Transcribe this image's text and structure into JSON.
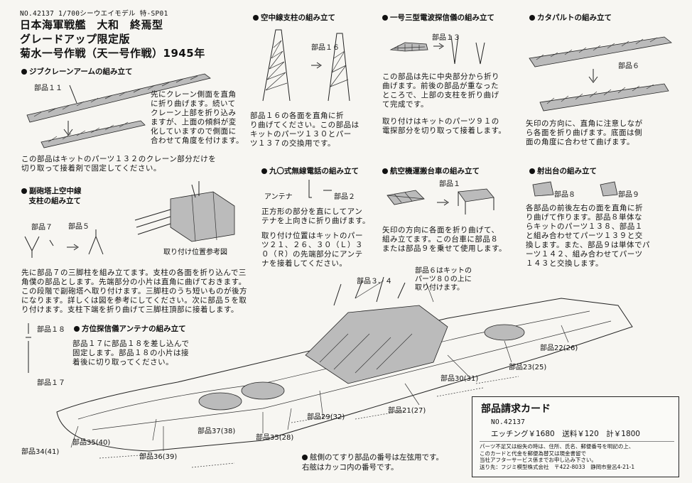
{
  "title": {
    "code_line": "NO.42137  1/700シーウエイモデル 特-SP01",
    "line1": "日本海軍戦艦　大和　終焉型",
    "line2": "グレードアップ限定版",
    "line3": "菊水一号作戦（天一号作戦）1945年"
  },
  "sections": {
    "jib_crane": {
      "header": "ジブクレーンアームの組み立て",
      "part_label": "部品１１",
      "desc": "先にクレーン側面を直角\nに折り曲げます。続いて\nクレーン上部を折り込み\nますが、上面の傾斜が変\n化していますので側面に\n合わせて角度を付けます。",
      "note": "この部品はキットのパーツ１３２のクレーン部分だけを\n切り取って接着剤で固定してください。"
    },
    "aerial_mast": {
      "header": "空中線支柱の組み立て",
      "part_label": "部品１６",
      "desc": "部品１６の各面を直角に折\nり曲げてください。この部品は\nキットのパーツ１３０とパー\nツ１３７の交換用です。"
    },
    "radar13": {
      "header": "一号三型電波探信儀の組み立て",
      "part_label": "部品１３",
      "desc": "この部品は先に中央部分から折り\n曲げます。前後の部品が重なった\nところで、上部の支柱を折り曲げ\nて完成です。",
      "desc2": "取り付けはキットのパーツ９１の\n電探部分を切り取って接着します。"
    },
    "catapult": {
      "header": "カタパルトの組み立て",
      "part_label": "部品６",
      "desc": "矢印の方向に、直角に注意しなが\nら各面を折り曲げます。底面は側\n面の角度に合わせて曲げます。"
    },
    "secondary_mast": {
      "header": "副砲塔上空中線\n　支柱の組み立て",
      "part7": "部品７",
      "part5": "部品５",
      "ref_label": "取り付け位置参考図",
      "desc": "先に部品７の三脚柱を組み立てます。支柱の各面を折り込んで三\n角僕の部品とします。先端部分の小片は直角に曲げておきます。\nこの段階で副砲塔へ取り付けます。三脚柱のうち短いものが後方\nになります。詳しくは図を参考にしてください。次に部品５を取\nり付けます。支柱下端を折り曲げて三脚柱頂部に接着します。"
    },
    "radio_antenna": {
      "header": "九〇式無線電話の組み立て",
      "antenna_label": "アンテナ",
      "part2": "部品２",
      "desc": "正方形の部分を直にしてアン\nテナを上向きに折り曲げます。",
      "desc2": "取り付け位置はキットのパー\nツ２１、２６、３０（Ｌ）３\n０（Ｒ）の先端部分にアンテ\nナを接着してください。"
    },
    "aircraft_cart": {
      "header": "航空機運搬台車の組み立て",
      "part1": "部品１",
      "desc": "矢印の方向に各面を折り曲げて、\n組み立てます。この台車に部品８\nまたは部品９を乗せて使用します。"
    },
    "launch_base": {
      "header": "射出台の組み立て",
      "part8": "部品８",
      "part9": "部品９",
      "desc": "各部品の前後左右の面を直角に折\nり曲げて作ります。部品８単体な\nらキットのパーツ１３８、部品１\nと組み合わせてパーツ１３９と交\n換します。また、部品９は単体でパ\nーツ１４２、組み合わせてパーツ\n１４３と交換します。"
    },
    "direction_finder": {
      "header": "方位探信儀アンテナの組み立て",
      "part18": "部品１８",
      "part17": "部品１７",
      "desc": "部品１７に部品１８を差し込んで\n固定します。部品１８の小片は接\n着後に切り取ってください。"
    }
  },
  "hull_labels": {
    "p3_4": "部品３、４",
    "p6_note": "部品６はキットの\nパーツ８０の上に\n取り付けます。",
    "p22": "部品22(26)",
    "p23": "部品23(25)",
    "p30": "部品30(31)",
    "p21": "部品21(27)",
    "p29": "部品29(32)",
    "p37": "部品37(38)",
    "p35_28": "部品35(28)",
    "p35_40": "部品35(40)",
    "p34": "部品34(41)",
    "p36": "部品36(39)"
  },
  "footer_note": "舷側のてすり部品の番号は左弦用です。\n右舷はカッコ内の番号です。",
  "order_card": {
    "title": "部品請求カード",
    "code": "NO.42137",
    "price_line": "エッチング￥1680　送料￥120　計￥1800",
    "fine_print": "パーツ不足又は紛失の時は、住所、氏名、郵便番号を明記の上、\nこのカードと代金を郵便為替又は現金書留で\n当社アフターサービス係までお申し込み下さい。\n送り先：フジミ模型株式会社　〒422-8033　静岡市登呂4-21-1"
  }
}
